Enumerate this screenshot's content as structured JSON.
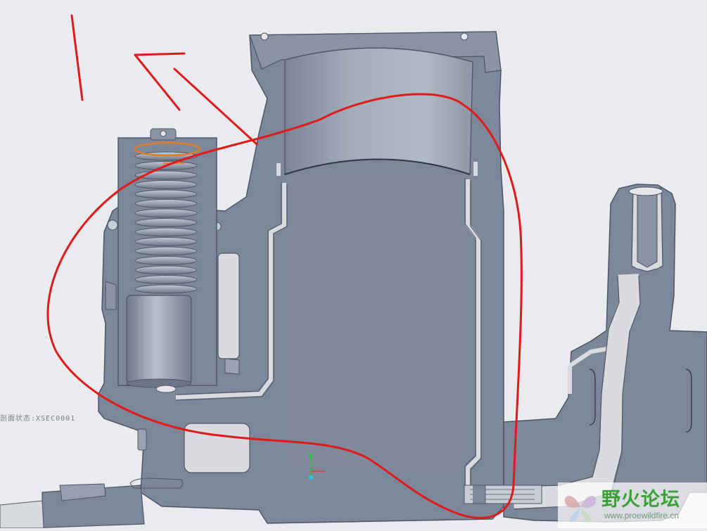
{
  "viewport": {
    "background": "#e9ebee",
    "section_label": "剖面状态:XSEC0001"
  },
  "model": {
    "part_color": "#7d879a",
    "face_shade_color": "#9aa3b3",
    "section_edge_color": "#4e5564",
    "slot_color": "#d9dbdf",
    "highlight_edge_color": "#e87a1e"
  },
  "triad": {
    "x_color": "#e23b3b",
    "y_color": "#28c23c",
    "z_color": "#2dc6e2"
  },
  "annotation": {
    "color": "#e01919"
  },
  "watermark": {
    "title": "野火论坛",
    "url": "www.proewildfire.cn",
    "title_color": "#3aa235"
  }
}
